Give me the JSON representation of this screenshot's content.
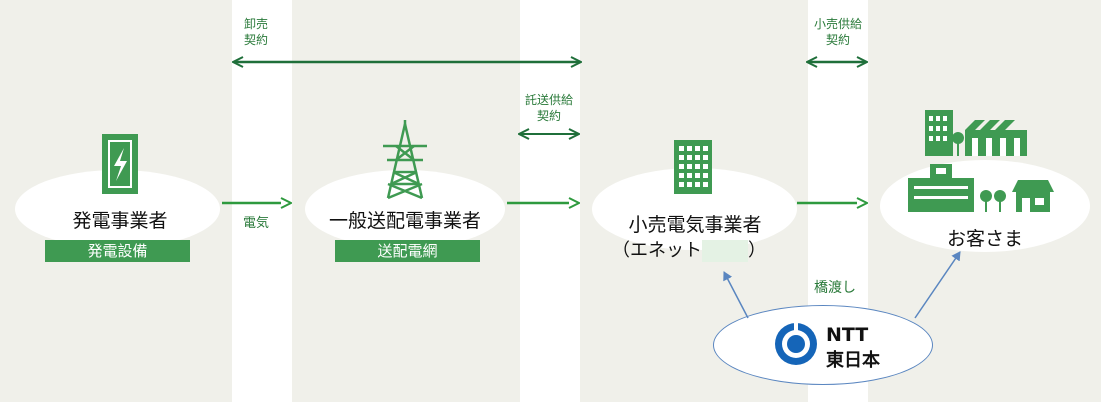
{
  "columns": [
    "generation",
    "transmission",
    "retail",
    "customer"
  ],
  "nodes": {
    "generator": {
      "label": "発電事業者",
      "sub": "発電設備"
    },
    "transmission": {
      "label": "一般送配電事業者",
      "sub": "送配電網"
    },
    "retailer": {
      "label_line1": "小売電気事業者",
      "label_line2_open": "（エネット",
      "label_line2_close": "）"
    },
    "customer": {
      "label": "お客さま"
    },
    "ntt": {
      "line1": "NTT",
      "line2": "東日本"
    }
  },
  "contracts": {
    "wholesale": [
      "卸売",
      "契約"
    ],
    "consignment": [
      "託送供給",
      "契約"
    ],
    "retail_supply": [
      "小売供給",
      "契約"
    ]
  },
  "flows": {
    "electricity": "電気",
    "bridge": "橋渡し"
  },
  "colors": {
    "green": "#3f9a52",
    "arrow_green": "#2e9a3e",
    "ntt_blue": "#1565b8",
    "bridge_line": "#5a86c0"
  }
}
